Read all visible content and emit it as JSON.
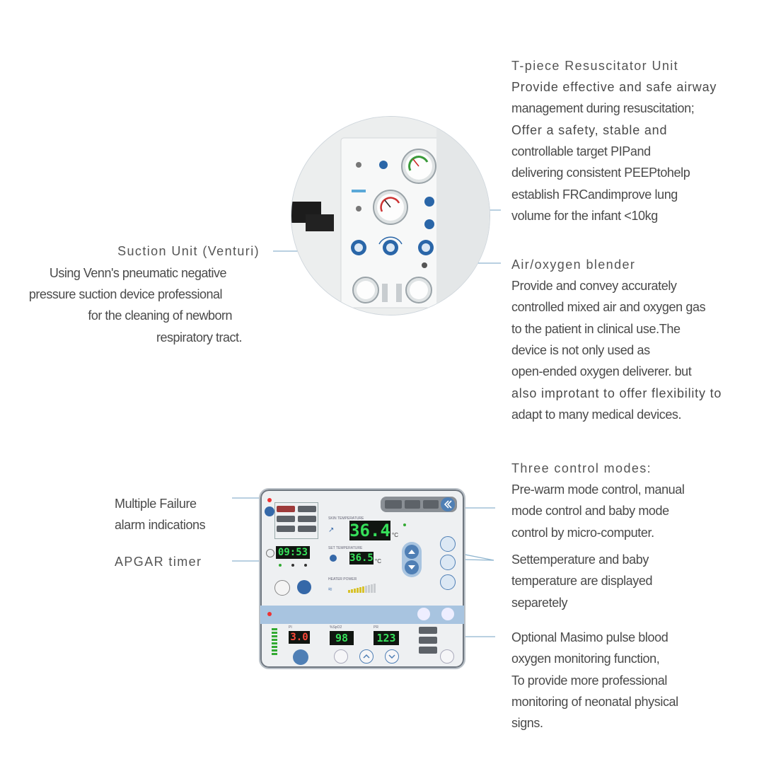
{
  "tpiece": {
    "heading": "T-piece Resuscitator Unit",
    "lines": [
      "Provide effective and safe airway",
      "management during resuscitation;",
      "Offer a safety, stable and",
      "controllable target PIPand",
      "delivering consistent PEEPtohelp",
      "establish FRCandimprove lung",
      "volume for the infant <10kg"
    ]
  },
  "suction": {
    "heading": "Suction Unit (Venturi)",
    "lines": [
      "Using Venn's pneumatic negative",
      "pressure suction device professional",
      "for the cleaning of newborn",
      "respiratory tract."
    ]
  },
  "blender": {
    "heading": "Air/oxygen blender",
    "lines": [
      "Provide and convey accurately",
      "controlled mixed air and oxygen gas",
      "to the patient in clinical use.The",
      "device is not only used as",
      "open-ended oxygen deliverer. but",
      "also improtant to offer flexibility to",
      "adapt to many medical devices."
    ]
  },
  "modes": {
    "heading": "Three control modes:",
    "lines": [
      "Pre-warm mode control, manual",
      "mode control and baby mode",
      "control by micro-computer."
    ]
  },
  "temperature": {
    "lines": [
      "Settemperature and baby",
      "temperature are displayed",
      "separetely"
    ]
  },
  "masimo": {
    "lines": [
      "Optional Masimo pulse blood",
      "oxygen monitoring function,",
      "To provide more professional",
      "monitoring of neonatal physical",
      "signs."
    ]
  },
  "alarm": {
    "lines": [
      "Multiple Failure",
      "alarm indications"
    ]
  },
  "apgar": {
    "heading": "APGAR timer"
  },
  "panel": {
    "skin_temperature": "36.4",
    "set_temperature": "36.5",
    "unit": "°C",
    "apgar_time": "09:53",
    "pi": "3.0",
    "spo2": "98",
    "pr": "123",
    "heater_power_level": 0.6
  },
  "colors": {
    "leader_line": "#8fb5cf",
    "panel_blue": "#4f7fb5",
    "digit_green": "#36e05a",
    "digit_red": "#ff4a3a"
  }
}
